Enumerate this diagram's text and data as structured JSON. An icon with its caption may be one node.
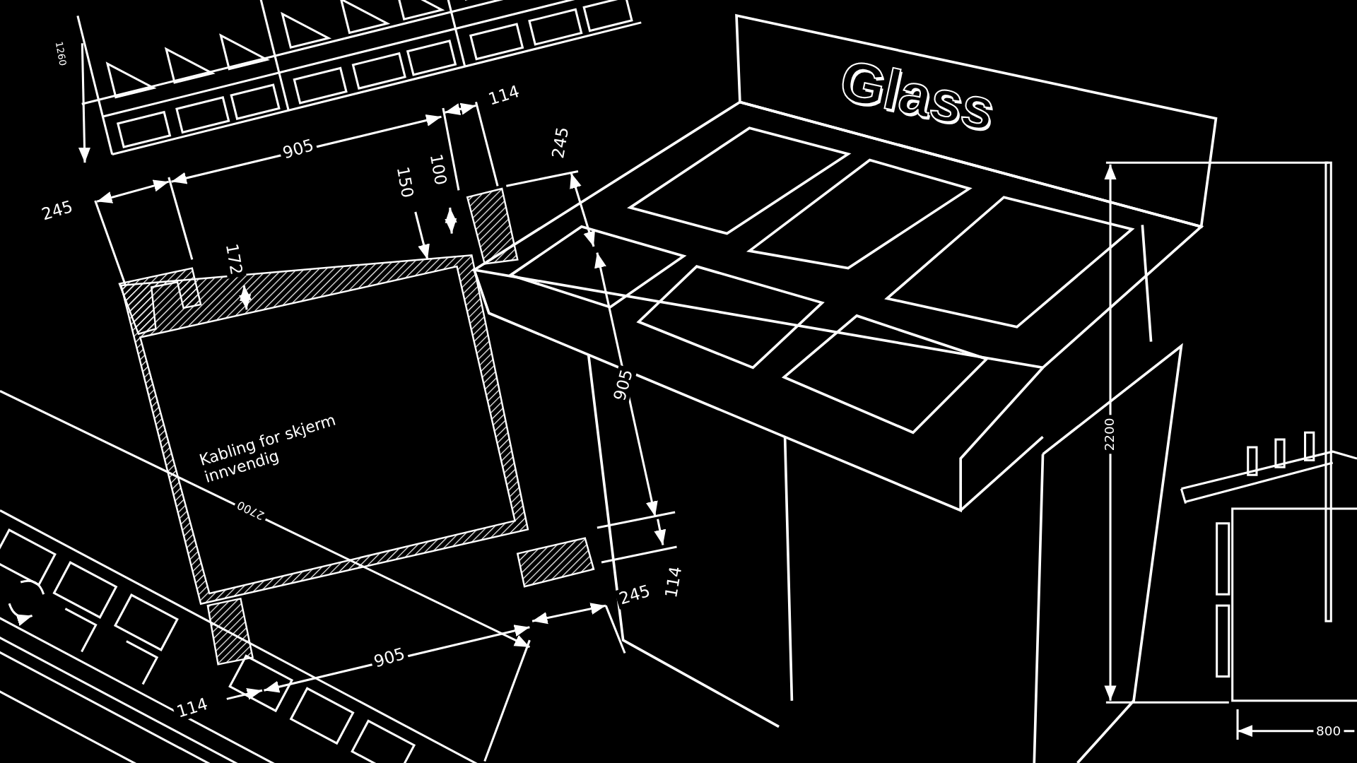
{
  "diagram": {
    "labels": [
      "1260",
      "114",
      "905",
      "245",
      "245",
      "100",
      "150",
      "172",
      "905",
      "Glass",
      "Kabling for skjerm innvendig",
      "2700",
      "2200",
      "114",
      "245",
      "905",
      "114",
      "800"
    ]
  }
}
